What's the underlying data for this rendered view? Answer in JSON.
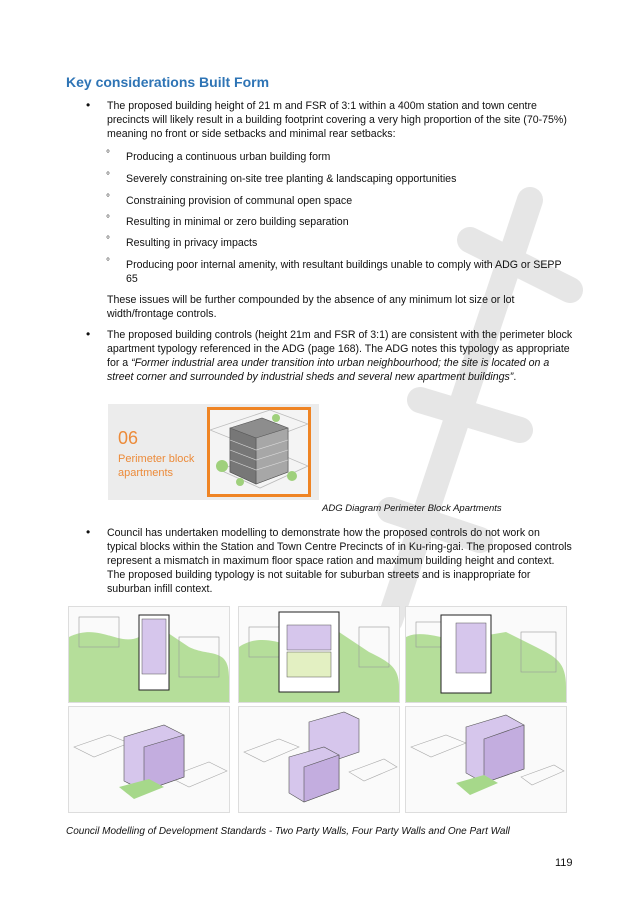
{
  "heading": "Key considerations Built Form",
  "bullet_glyph": "•",
  "sub_glyph": "°",
  "para1": {
    "lines": [
      "The proposed building height of 21 m and FSR of 3:1 within a 400m station and town centre",
      "precincts will likely result in a building footprint covering a very high proportion of the site (70-75%)",
      "meaning no front or side setbacks and minimal rear setbacks:"
    ]
  },
  "subitems": [
    "Producing a continuous urban building form",
    "Severely constraining on-site tree planting & landscaping opportunities",
    "Constraining provision of communal open space",
    "Resulting in minimal or zero building separation",
    "Resulting in privacy impacts",
    "Producing poor internal amenity, with resultant buildings unable to comply with ADG or SEPP",
    "65"
  ],
  "compound": [
    "These issues will be further compounded by the absence of any minimum lot size or lot",
    "width/frontage controls."
  ],
  "para2": {
    "lines": [
      "The proposed building controls (height 21m and FSR of 3:1) are consistent with the perimeter block",
      "apartment typology referenced in the ADG (page 168). The ADG notes this typology as appropriate"
    ],
    "line3_prefix": "for a ",
    "line3_italic": "“Former industrial area under transition into urban neighbourhood; the site is located on a",
    "line4_italic": "street corner and surrounded by industrial sheds and several new apartment buildings”",
    "line4_suffix": "."
  },
  "adg_card": {
    "number": "06",
    "label_lines": [
      "Perimeter block",
      "apartments"
    ]
  },
  "adg_caption": "ADG Diagram Perimeter Block Apartments",
  "para3": {
    "lines": [
      "Council has undertaken modelling to demonstrate how the proposed controls do not work on",
      "typical blocks within the Station and Town Centre Precincts of in Ku-ring-gai. The proposed controls",
      "represent a mismatch in maximum floor space ration and maximum building height and context.",
      "The proposed building typology is not suitable for suburban streets and is inappropriate for",
      "suburban infill context."
    ]
  },
  "modelling_caption": "Council Modelling of Development Standards - Two Party Walls, Four Party Walls and One Part Wall",
  "page_number": "119",
  "colors": {
    "heading": "#2e74b5",
    "adg_orange": "#ef8424",
    "tree_green": "#8fcb6b",
    "building_lilac": "#d6c6ec"
  }
}
